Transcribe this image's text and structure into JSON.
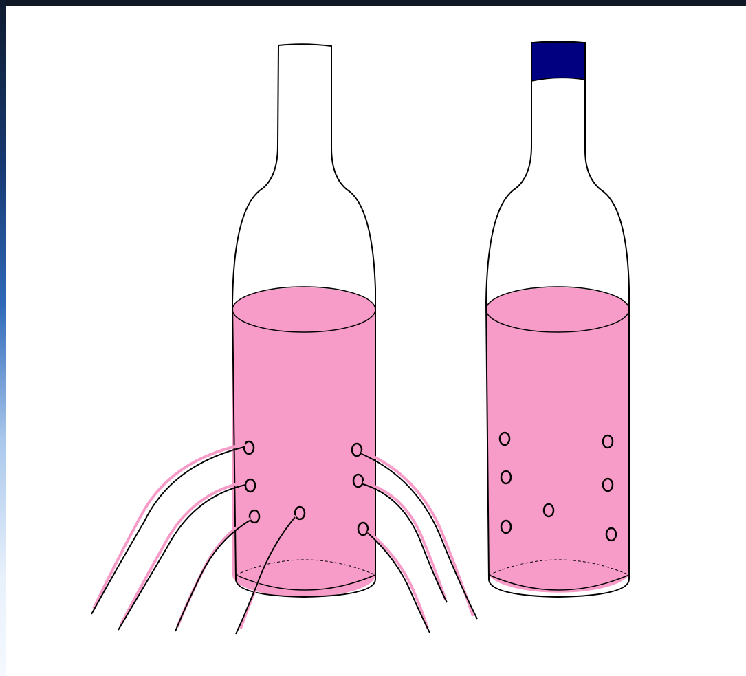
{
  "diagram": {
    "colors": {
      "background": "#ffffff",
      "liquid": "#f79cc8",
      "outline": "#000000",
      "cap": "#000080",
      "frame": "#101826"
    },
    "left_bottle": {
      "has_cap": false,
      "holes": 7,
      "streams": 7
    },
    "right_bottle": {
      "has_cap": true,
      "holes": 7,
      "streams": 0
    }
  }
}
